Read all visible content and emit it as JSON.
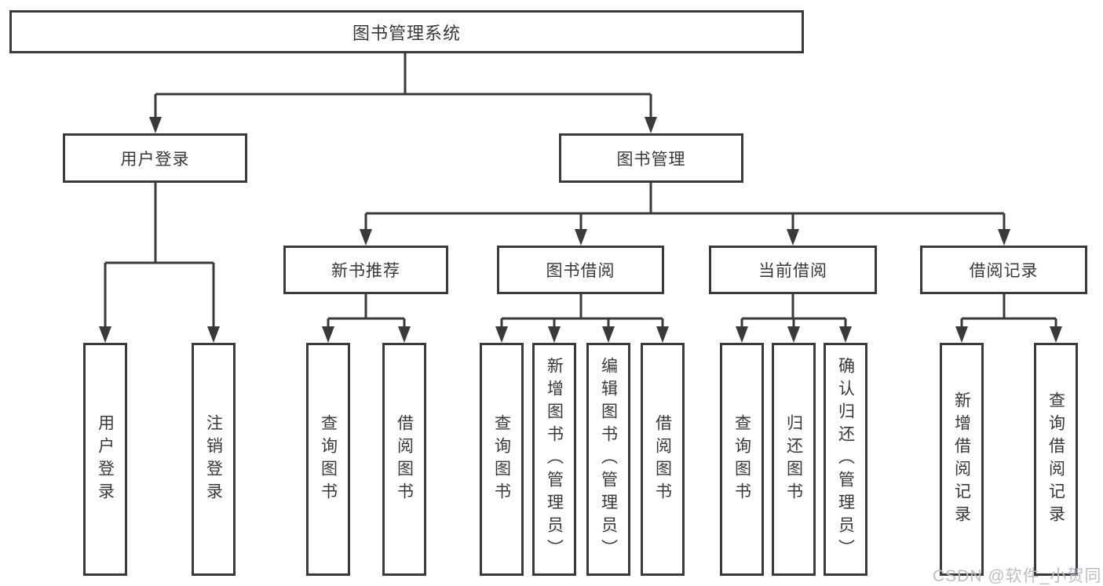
{
  "diagram": {
    "root": "图书管理系统",
    "level2": {
      "user_login": "用户登录",
      "book_mgmt": "图书管理"
    },
    "level3": {
      "new_books": "新书推荐",
      "book_borrow": "图书借阅",
      "current_borrow": "当前借阅",
      "borrow_records": "借阅记录"
    },
    "leaves": {
      "user_login": "用户登录",
      "logout": "注销登录",
      "rec_query_books": "查询图书",
      "rec_borrow_books": "借阅图书",
      "bb_query_books": "查询图书",
      "bb_add_books": "新增图书（管理员）",
      "bb_edit_books": "编辑图书（管理员）",
      "bb_borrow_books": "借阅图书",
      "cb_query_books": "查询图书",
      "cb_return_books": "归还图书",
      "cb_confirm_return": "确认归还（管理员）",
      "br_add_record": "新增借阅记录",
      "br_query_record": "查询借阅记录"
    }
  },
  "watermark": "CSDN @软件_小贺同学",
  "colors": {
    "line": "#3a3a3a",
    "text": "#383838",
    "watermark": "#b9bdc7",
    "background": "#ffffff"
  }
}
